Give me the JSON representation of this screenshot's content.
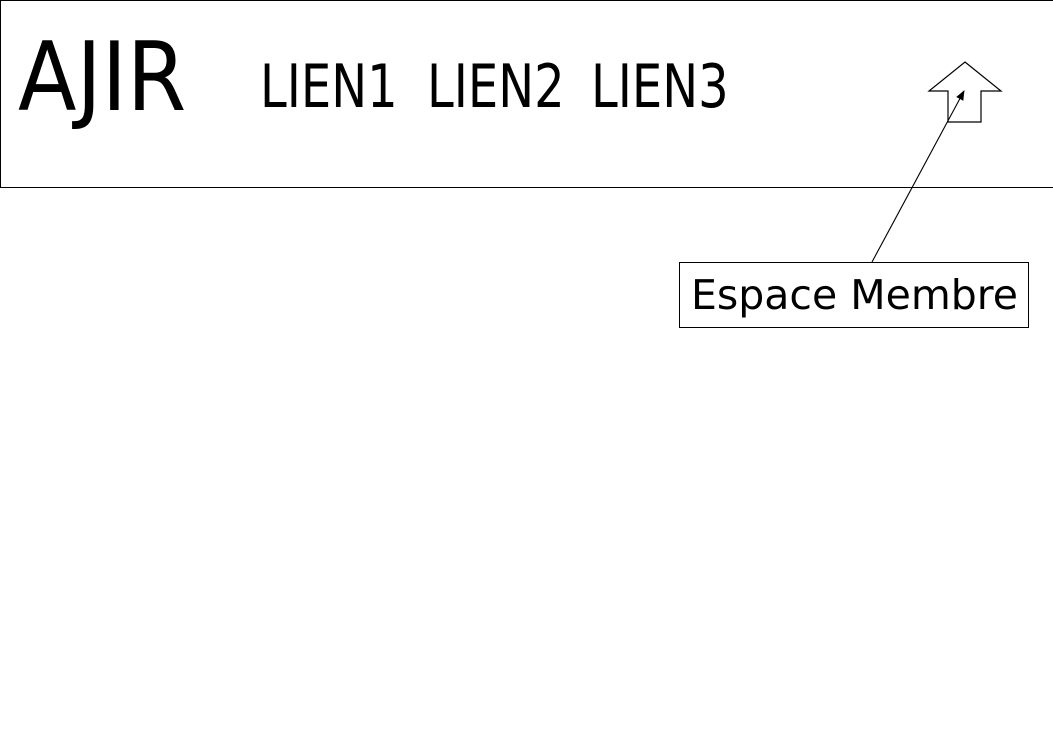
{
  "header": {
    "logo_text": "AJIR",
    "nav": [
      {
        "label": "LIEN1"
      },
      {
        "label": "LIEN2"
      },
      {
        "label": "LIEN3"
      }
    ],
    "member_icon": "up-arrow-icon"
  },
  "annotation": {
    "label": "Espace Membre"
  },
  "colors": {
    "line": "#000000",
    "background": "#ffffff"
  }
}
